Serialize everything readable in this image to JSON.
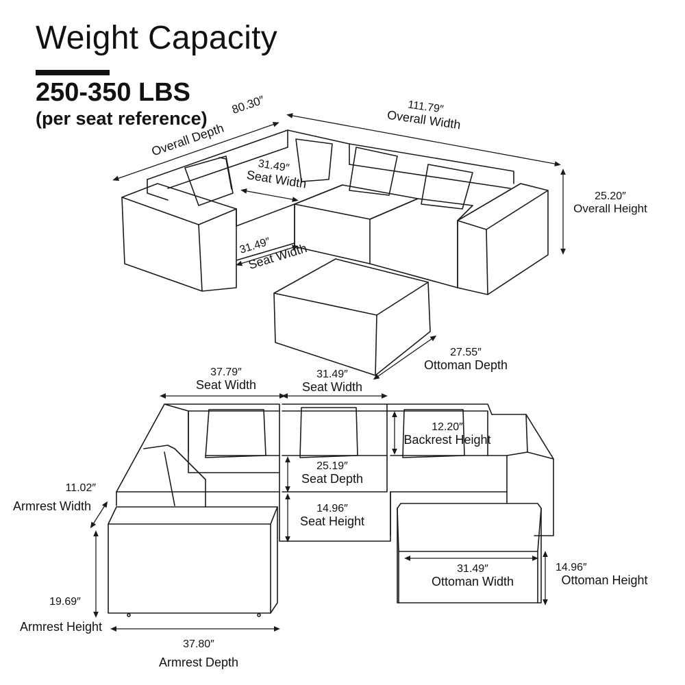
{
  "header": {
    "title": "Weight Capacity",
    "weight": "250-350 LBS",
    "note": "(per seat reference)"
  },
  "top_view": {
    "overall_depth": {
      "value": "80.30″",
      "label": "Overall Depth"
    },
    "overall_width": {
      "value": "111.79″",
      "label": "Overall Width"
    },
    "overall_height": {
      "value": "25.20″",
      "label": "Overall  Height"
    },
    "seat_width_a": {
      "value": "31.49″",
      "label": "Seat Width"
    },
    "seat_width_b": {
      "value": "31.49″",
      "label": "Seat Width"
    },
    "ottoman_depth": {
      "value": "27.55″",
      "label": "Ottoman Depth"
    }
  },
  "bottom_view": {
    "corner_seat_width": {
      "value": "37.79″",
      "label": "Seat Width"
    },
    "seat_width": {
      "value": "31.49″",
      "label": "Seat Width"
    },
    "backrest_height": {
      "value": "12.20″",
      "label": "Backrest Height"
    },
    "seat_depth": {
      "value": "25.19″",
      "label": "Seat Depth"
    },
    "seat_height": {
      "value": "14.96″",
      "label": "Seat Height"
    },
    "armrest_width": {
      "value": "11.02″",
      "label": "Armrest Width"
    },
    "armrest_height": {
      "value": "19.69″",
      "label": "Armrest Height"
    },
    "armrest_depth": {
      "value": "37.80″",
      "label": "Armrest Depth"
    },
    "ottoman_width": {
      "value": "31.49″",
      "label": "Ottoman Width"
    },
    "ottoman_height": {
      "value": "14.96″",
      "label": "Ottoman Height"
    }
  },
  "colors": {
    "line": "#1a1a1a",
    "background": "#ffffff"
  }
}
